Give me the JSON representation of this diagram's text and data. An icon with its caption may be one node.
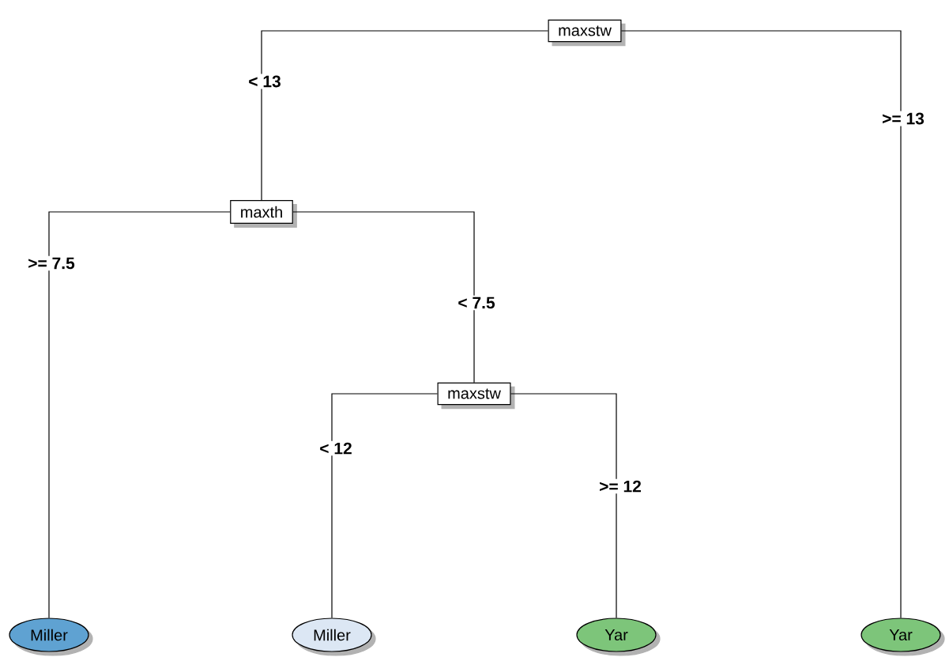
{
  "diagram": {
    "nodes": [
      {
        "text": [
          "maxstw"
        ]
      },
      {
        "text": [
          "maxth"
        ]
      },
      {
        "text": [
          "maxstw"
        ]
      },
      {
        "text": [
          "Miller"
        ]
      },
      {
        "text": [
          "Miller"
        ]
      },
      {
        "text": [
          "Yar"
        ]
      },
      {
        "text": [
          "Yar"
        ]
      }
    ],
    "edges": [
      {
        "from": 0,
        "to": 1,
        "arrow": "none",
        "label": "< 13"
      },
      {
        "from": 0,
        "to": 6,
        "arrow": "none",
        "label": ">= 13"
      },
      {
        "from": 1,
        "to": 3,
        "arrow": "none",
        "label": ">= 7.5"
      },
      {
        "from": 1,
        "to": 2,
        "arrow": "none",
        "label": "< 7.5"
      },
      {
        "from": 2,
        "to": 4,
        "arrow": "none",
        "label": "< 12"
      },
      {
        "from": 2,
        "to": 5,
        "arrow": "none",
        "label": ">= 12"
      }
    ]
  }
}
